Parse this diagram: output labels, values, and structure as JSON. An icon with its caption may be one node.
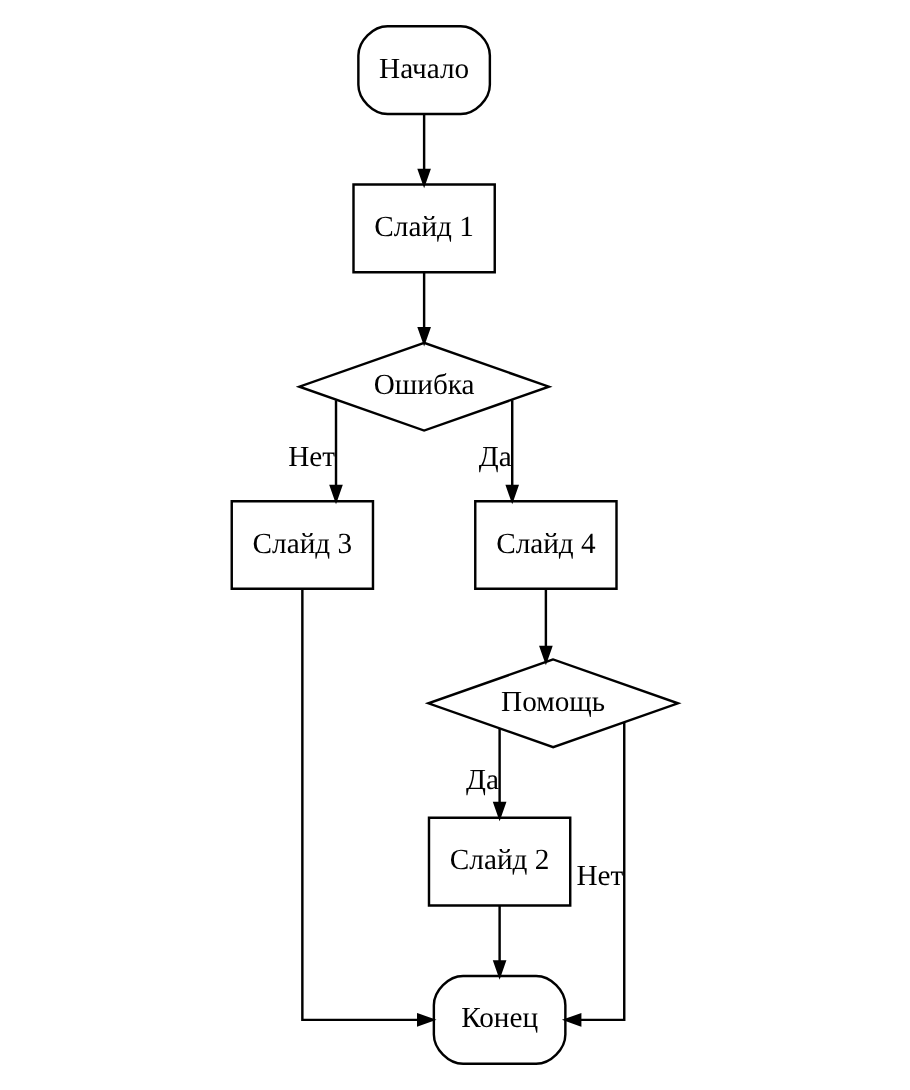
{
  "diagram": {
    "nodes": [
      {
        "text": [
          "Начало"
        ]
      },
      {
        "text": [
          "Слайд 1"
        ]
      },
      {
        "text": [
          "Ошибка"
        ]
      },
      {
        "text": [
          "Слайд 3"
        ]
      },
      {
        "text": [
          "Слайд 4"
        ]
      },
      {
        "text": [
          "Помощь"
        ]
      },
      {
        "text": [
          "Слайд 2"
        ]
      },
      {
        "text": [
          "Конец"
        ]
      }
    ],
    "edges": [
      {
        "from": 0,
        "to": 1,
        "arrow": "to"
      },
      {
        "from": 1,
        "to": 2,
        "arrow": "to"
      },
      {
        "from": 2,
        "to": 3,
        "arrow": "to",
        "label": "Нет"
      },
      {
        "from": 2,
        "to": 4,
        "arrow": "to",
        "label": "Да"
      },
      {
        "from": 4,
        "to": 5,
        "arrow": "to"
      },
      {
        "from": 5,
        "to": 6,
        "arrow": "to",
        "label": "Да"
      },
      {
        "from": 5,
        "to": 7,
        "arrow": "to",
        "label": "Нет"
      },
      {
        "from": 6,
        "to": 7,
        "arrow": "to"
      },
      {
        "from": 3,
        "to": 7,
        "arrow": "to"
      }
    ]
  }
}
